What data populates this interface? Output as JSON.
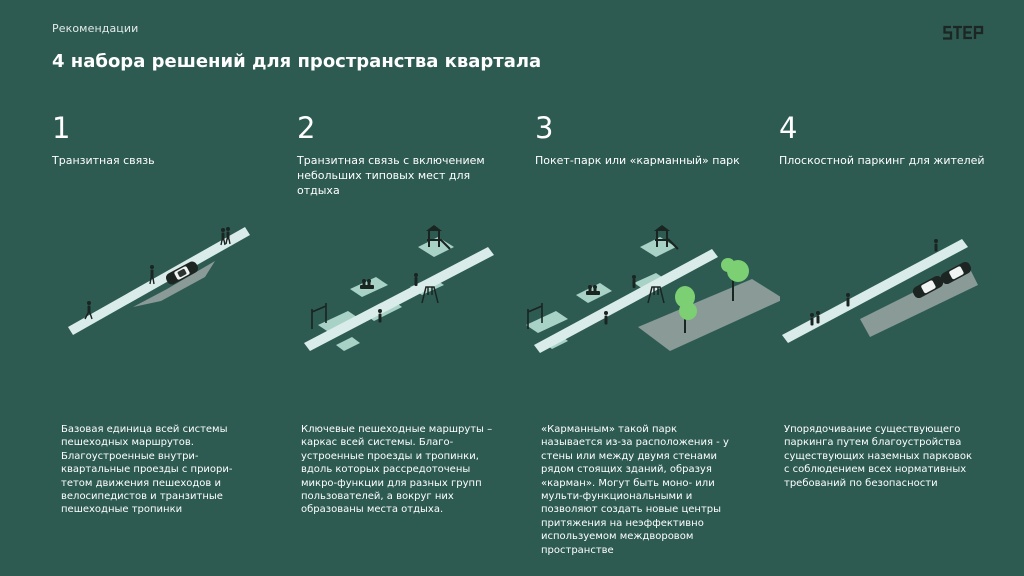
{
  "header": {
    "section_label": "Рекомендации",
    "title": "4 набора решений для пространства квартала",
    "logo_text": "STEP"
  },
  "solutions": [
    {
      "number": "1",
      "heading": "Транзитная связь",
      "description": "Базовая единица всей системы пешеходных маршрутов. Благоустроенные внутри-квартальные проезды с приори-тетом движения пешеходов и велосипедистов и транзитные пешеходные тропинки"
    },
    {
      "number": "2",
      "heading": "Транзитная связь с включением небольших типовых мест для отдыха",
      "description": "Ключевые пешеходные маршруты – каркас всей системы. Благо-устроенные проезды и тропинки, вдоль которых рассредоточены микро-функции для разных групп пользователей, а вокруг них образованы места отдыха."
    },
    {
      "number": "3",
      "heading": "Покет-парк или «карманный» парк",
      "description": "«Карманным» такой парк называется из-за расположения - у стены или между двумя стенами рядом стоящих зданий, образуя «карман». Могут быть моно- или мульти-функциональными и позволяют создать новые центры притяжения на неэффективно используемом междворовом пространстве"
    },
    {
      "number": "4",
      "heading": "Плоскостной паркинг для жителей",
      "description": "Упорядочивание существующего паркинга путем благоустройства существующих наземных парковок с соблюдением всех нормативных требований по безопасности"
    }
  ],
  "colors": {
    "background": "#2d5b52",
    "path": "#d9ece9",
    "platform": "#a9d2c6",
    "plaza": "#8a9a96",
    "tree": "#7ccf73",
    "figure": "#1a2421"
  }
}
